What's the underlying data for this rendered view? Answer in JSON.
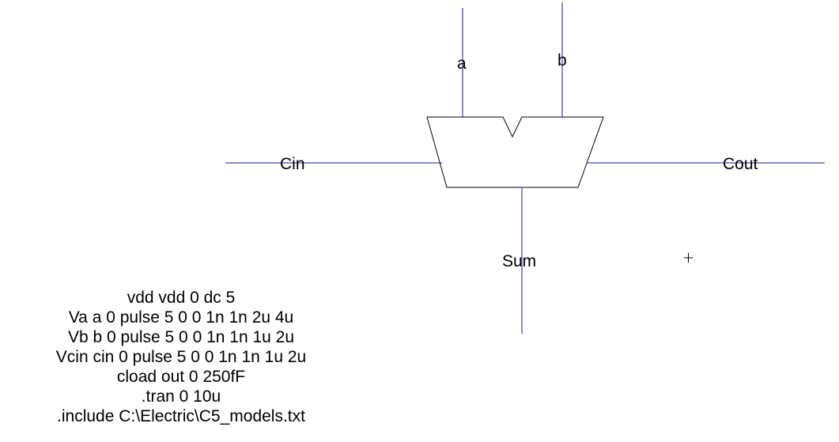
{
  "schematic": {
    "component": "full-adder-symbol",
    "pins": {
      "a": "a",
      "b": "b",
      "cin": "Cin",
      "cout": "Cout",
      "sum": "Sum"
    },
    "colors": {
      "wire": "#1a1a9c",
      "outline": "#000000",
      "background": "#ffffff"
    }
  },
  "spice": {
    "lines": [
      "vdd vdd 0 dc 5",
      "Va a 0 pulse 5 0 0 1n 1n 2u 4u",
      "Vb b 0 pulse 5 0 0 1n 1n 1u 2u",
      "Vcin cin 0 pulse 5 0 0 1n 1n 1u 2u",
      "cload out 0 250fF",
      ".tran 0 10u",
      ".include C:\\Electric\\C5_models.txt"
    ]
  }
}
